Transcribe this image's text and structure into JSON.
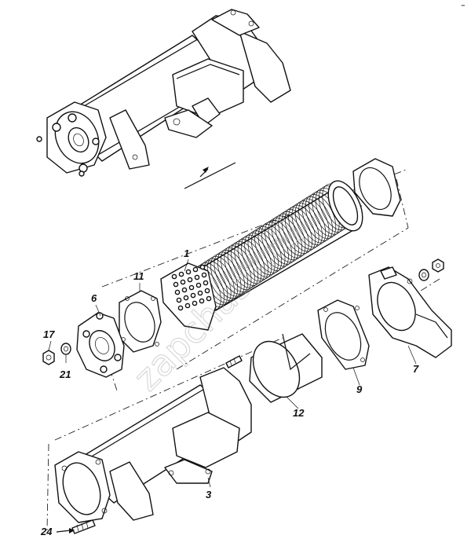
{
  "labels": {
    "l1": "1",
    "l3": "3",
    "l6": "6",
    "l7": "7",
    "l9": "9",
    "l11": "11",
    "l12": "12",
    "l17": "17",
    "l21": "21",
    "l24": "24"
  },
  "corner_mark": "⁻",
  "watermark": "zapchasti.ru"
}
